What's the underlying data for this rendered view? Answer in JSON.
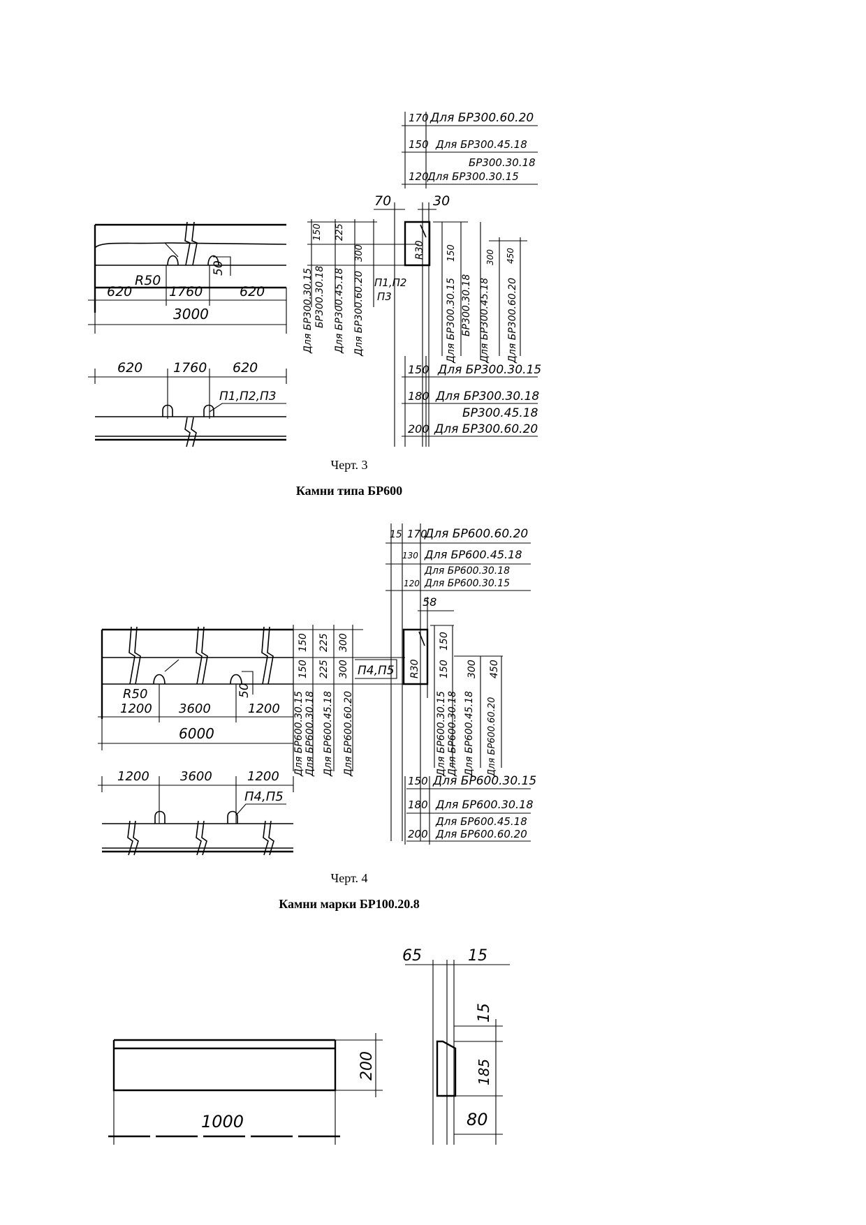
{
  "figure3": {
    "caption": "Черт. 3",
    "elevation": {
      "d620a": "620",
      "d1760": "1760",
      "d620b": "620",
      "d3000": "3000",
      "r50": "R50",
      "d50": "50"
    },
    "plan": {
      "d620a": "620",
      "d1760": "1760",
      "d620b": "620",
      "holes": "П1,П2,П3"
    },
    "left_stack": {
      "d150": "150",
      "d225": "225",
      "d300": "300",
      "l1": "Для БР300.30.15",
      "l2": "БР300.30.18",
      "l3": "Для БР300.45.18",
      "l4": "Для БР300.60.20",
      "holes": "П1,П2",
      "holes2": "П3"
    },
    "section": {
      "d70": "70",
      "d30": "30",
      "r30": "R30"
    },
    "top_dims": {
      "d170": "170",
      "t170": "Для БР300.60.20",
      "d150": "150",
      "t150": "Для БР300.45.18",
      "t_mid": "БР300.30.18",
      "d120": "120",
      "t120": "Для БР300.30.15"
    },
    "right_stack": {
      "d150": "150",
      "d300": "300",
      "d450": "450",
      "l1": "Для БР300.30.15",
      "l2": "БР300.30.18",
      "l3": "Для БР300.45.18",
      "l4": "Для БР300.60.20"
    },
    "bottom_dims": {
      "d150": "150",
      "t150": "Для БР300.30.15",
      "d180": "180",
      "t180": "Для БР300.30.18",
      "t_mid": "БР300.45.18",
      "d200": "200",
      "t200": "Для БР300.60.20"
    }
  },
  "figure4": {
    "title": "Камни типа БР600",
    "caption": "Черт. 4",
    "elevation": {
      "d1200a": "1200",
      "d3600": "3600",
      "d1200b": "1200",
      "d6000": "6000",
      "r50": "R50",
      "d50": "50"
    },
    "plan": {
      "d1200a": "1200",
      "d3600": "3600",
      "d1200b": "1200",
      "holes": "П4,П5"
    },
    "left_stack": {
      "d150": "150",
      "d225": "225",
      "d300": "300",
      "l1": "Для БР600.30.15",
      "l2": "Для БР600.30.18",
      "l3": "Для БР600.45.18",
      "l4": "Для БР600.60.20",
      "holes": "П4,П5"
    },
    "section": {
      "d58": "58",
      "r30": "R30",
      "d15": "15"
    },
    "top_dims": {
      "d170": "170",
      "t170": "Для БР600.60.20",
      "d130": "130",
      "t130": "Для БР600.45.18",
      "t_mid": "Для БР600.30.18",
      "d120": "120",
      "t120": "Для БР600.30.15"
    },
    "right_stack": {
      "d150": "150",
      "d300": "300",
      "d450": "450",
      "l1": "Для БР600.30.15",
      "l2": "Для БР600.30.18",
      "l3": "Для БР600.45.18",
      "l4": "Для БР600.60.20"
    },
    "bottom_dims": {
      "d150": "150",
      "t150": "Для БР600.30.15",
      "d180": "180",
      "t180": "Для БР600.30.18",
      "t_mid": "Для БР600.45.18",
      "d200": "200",
      "t200": "Для БР600.60.20"
    }
  },
  "figure5": {
    "title": "Камни марки БР100.20.8",
    "elevation": {
      "d1000": "1000",
      "d200": "200"
    },
    "section": {
      "d65": "65",
      "d15a": "15",
      "d15b": "15",
      "d185": "185",
      "d80": "80"
    }
  }
}
